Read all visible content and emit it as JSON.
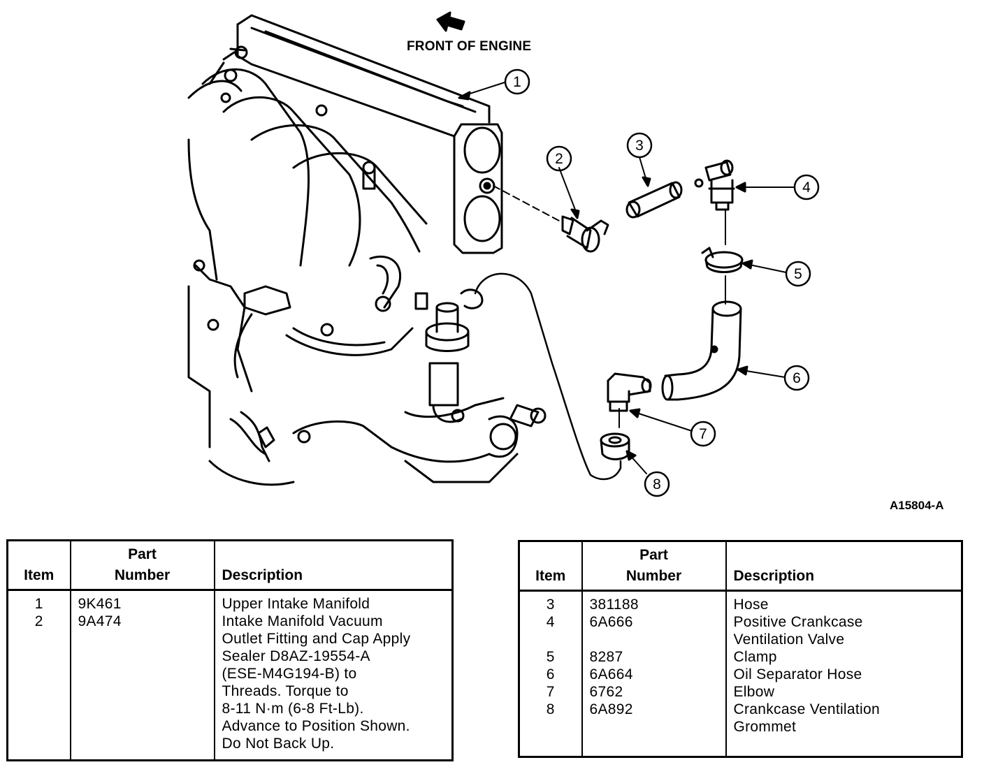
{
  "diagram": {
    "front_label": "FRONT OF ENGINE",
    "figure_id": "A15804-A",
    "callouts": [
      "1",
      "2",
      "3",
      "4",
      "5",
      "6",
      "7",
      "8"
    ]
  },
  "tables": {
    "headers": {
      "item": "Item",
      "part_number_line1": "Part",
      "part_number_line2": "Number",
      "description": "Description"
    },
    "left": {
      "rows": [
        {
          "item": "1",
          "part": "9K461",
          "description": [
            "Upper Intake Manifold"
          ]
        },
        {
          "item": "2",
          "part": "9A474",
          "description": [
            "Intake Manifold Vacuum",
            "Outlet Fitting and Cap Apply",
            "Sealer D8AZ-19554-A",
            "(ESE-M4G194-B) to",
            "Threads. Torque to",
            "8-11 N·m (6-8 Ft-Lb).",
            "Advance to Position Shown.",
            "Do Not Back Up."
          ]
        }
      ]
    },
    "right": {
      "rows": [
        {
          "item": "3",
          "part": "381188",
          "description": [
            "Hose"
          ]
        },
        {
          "item": "4",
          "part": "6A666",
          "description": [
            "Positive Crankcase",
            "Ventilation Valve"
          ]
        },
        {
          "item": "5",
          "part": "8287",
          "description": [
            "Clamp"
          ]
        },
        {
          "item": "6",
          "part": "6A664",
          "description": [
            "Oil Separator Hose"
          ]
        },
        {
          "item": "7",
          "part": "6762",
          "description": [
            "Elbow"
          ]
        },
        {
          "item": "8",
          "part": "6A892",
          "description": [
            "Crankcase Ventilation",
            "Grommet"
          ]
        }
      ]
    }
  }
}
